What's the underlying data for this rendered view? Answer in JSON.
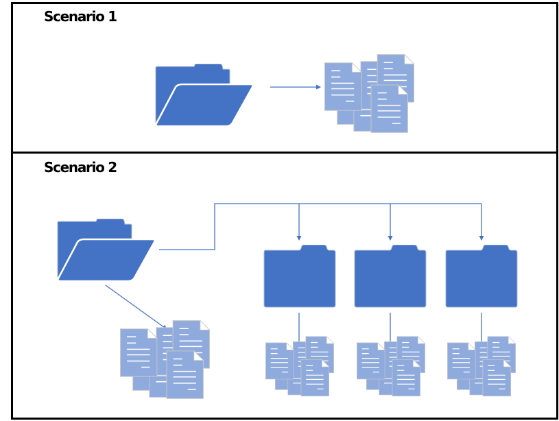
{
  "scenarios": [
    {
      "title": "Scenario 1",
      "description_items": [
        "open-folder",
        "arrow",
        "document-cluster"
      ]
    },
    {
      "title": "Scenario 2",
      "description_items": [
        "open-folder",
        "branch-connector",
        "closed-folder",
        "closed-folder",
        "closed-folder",
        "document-cluster",
        "document-cluster",
        "document-cluster",
        "document-cluster"
      ]
    }
  ],
  "colors": {
    "folder": "#4472C4",
    "folder_outline": "#A9B9D6",
    "document": "#8FAADC",
    "document_outline": "#C9C9C9",
    "document_lines": "#FFFFFF",
    "connector": "#4472C4",
    "panel_border": "#000000"
  }
}
